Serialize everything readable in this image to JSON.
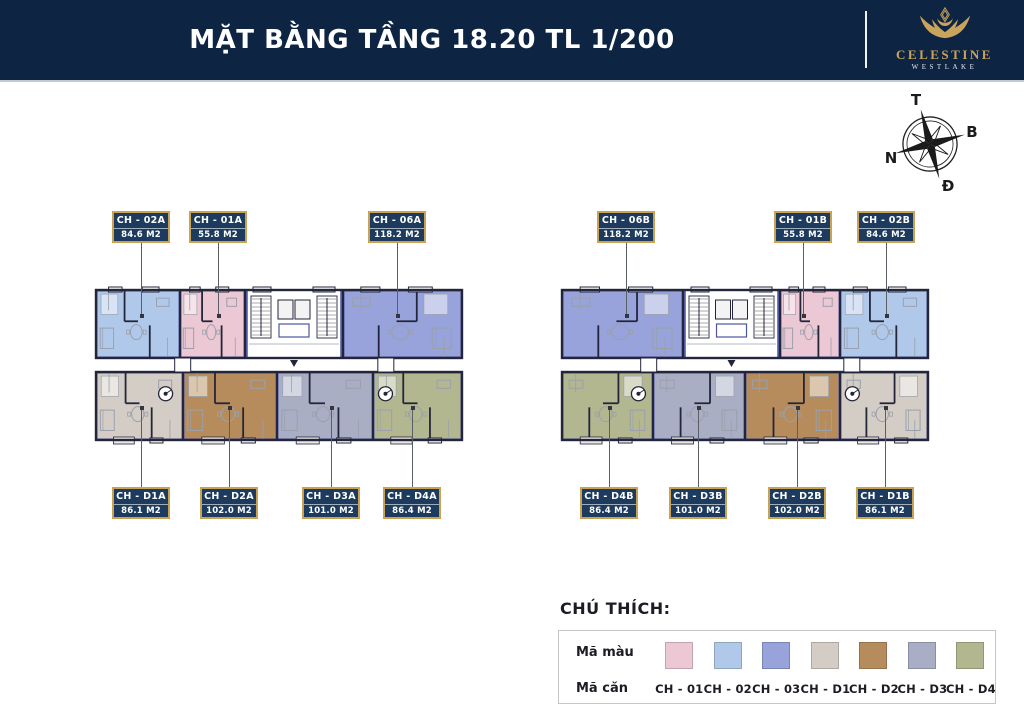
{
  "header": {
    "title": "MẶT BẰNG TẦNG 18.20 TL 1/200",
    "brand": "CELESTINE",
    "brand_sub": "WESTLAKE"
  },
  "compass": {
    "top": "T",
    "right": "B",
    "left": "N",
    "bottom": "Đ"
  },
  "plan": {
    "blocks": [
      {
        "id": "A",
        "top_units": [
          {
            "code": "CH - 02A",
            "area": "84.6 M2",
            "color_code": "CH - 02"
          },
          {
            "code": "CH - 01A",
            "area": "55.8 M2",
            "color_code": "CH - 01"
          },
          {
            "code": "CH - 06A",
            "area": "118.2 M2",
            "color_code": "CH - 03"
          }
        ],
        "bottom_units": [
          {
            "code": "CH - D1A",
            "area": "86.1 M2",
            "color_code": "CH - D1"
          },
          {
            "code": "CH - D2A",
            "area": "102.0 M2",
            "color_code": "CH - D2"
          },
          {
            "code": "CH - D3A",
            "area": "101.0 M2",
            "color_code": "CH - D3"
          },
          {
            "code": "CH - D4A",
            "area": "86.4 M2",
            "color_code": "CH - D4"
          }
        ]
      },
      {
        "id": "B",
        "top_units": [
          {
            "code": "CH - 06B",
            "area": "118.2 M2",
            "color_code": "CH - 03"
          },
          {
            "code": "CH - 01B",
            "area": "55.8 M2",
            "color_code": "CH - 01"
          },
          {
            "code": "CH - 02B",
            "area": "84.6 M2",
            "color_code": "CH - 02"
          }
        ],
        "bottom_units": [
          {
            "code": "CH - D4B",
            "area": "86.4 M2",
            "color_code": "CH - D4"
          },
          {
            "code": "CH - D3B",
            "area": "101.0 M2",
            "color_code": "CH - D3"
          },
          {
            "code": "CH - D2B",
            "area": "102.0 M2",
            "color_code": "CH - D2"
          },
          {
            "code": "CH - D1B",
            "area": "86.1 M2",
            "color_code": "CH - D1"
          }
        ]
      }
    ]
  },
  "legend": {
    "title": "CHÚ THÍCH:",
    "row_color_label": "Mã màu",
    "row_code_label": "Mã căn",
    "items": [
      {
        "code": "CH - 01",
        "color": "#ecc8d4"
      },
      {
        "code": "CH - 02",
        "color": "#b0c9ea"
      },
      {
        "code": "CH - 03",
        "color": "#97a3da"
      },
      {
        "code": "CH - D1",
        "color": "#d4cdc5"
      },
      {
        "code": "CH - D2",
        "color": "#b78c5d"
      },
      {
        "code": "CH - D3",
        "color": "#a9aec5"
      },
      {
        "code": "CH - D4",
        "color": "#b3b78f"
      }
    ]
  }
}
